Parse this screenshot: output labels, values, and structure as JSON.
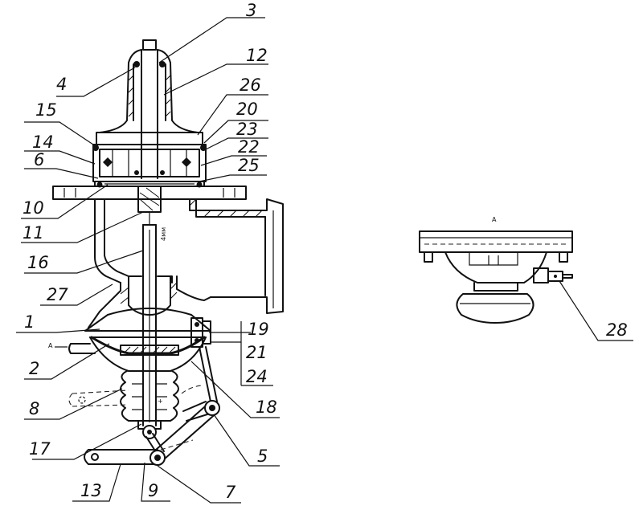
{
  "callouts": [
    {
      "id": "3",
      "text": "3"
    },
    {
      "id": "4",
      "text": "4"
    },
    {
      "id": "12",
      "text": "12"
    },
    {
      "id": "26",
      "text": "26"
    },
    {
      "id": "15",
      "text": "15"
    },
    {
      "id": "20",
      "text": "20"
    },
    {
      "id": "23",
      "text": "23"
    },
    {
      "id": "14",
      "text": "14"
    },
    {
      "id": "22",
      "text": "22"
    },
    {
      "id": "6",
      "text": "6"
    },
    {
      "id": "25",
      "text": "25"
    },
    {
      "id": "10",
      "text": "10"
    },
    {
      "id": "11",
      "text": "11"
    },
    {
      "id": "16",
      "text": "16"
    },
    {
      "id": "27",
      "text": "27"
    },
    {
      "id": "1",
      "text": "1"
    },
    {
      "id": "19",
      "text": "19"
    },
    {
      "id": "21",
      "text": "21"
    },
    {
      "id": "2",
      "text": "2"
    },
    {
      "id": "24",
      "text": "24"
    },
    {
      "id": "8",
      "text": "8"
    },
    {
      "id": "18",
      "text": "18"
    },
    {
      "id": "17",
      "text": "17"
    },
    {
      "id": "5",
      "text": "5"
    },
    {
      "id": "13",
      "text": "13"
    },
    {
      "id": "9",
      "text": "9"
    },
    {
      "id": "7",
      "text": "7"
    },
    {
      "id": "28",
      "text": "28"
    }
  ],
  "view_marker": "A",
  "section_marker": "A",
  "dimension_text": "4мм"
}
